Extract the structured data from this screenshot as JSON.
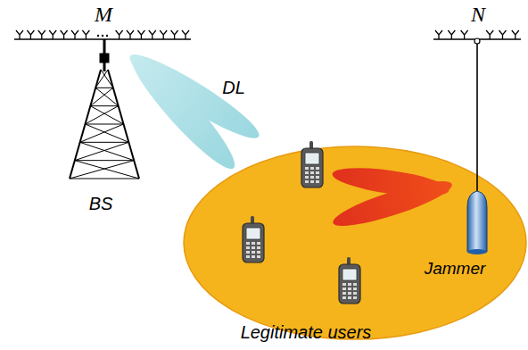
{
  "diagram": {
    "labels": [
      "M",
      "DL",
      "BS",
      "N",
      "Jammer",
      "Legitimate users"
    ]
  }
}
